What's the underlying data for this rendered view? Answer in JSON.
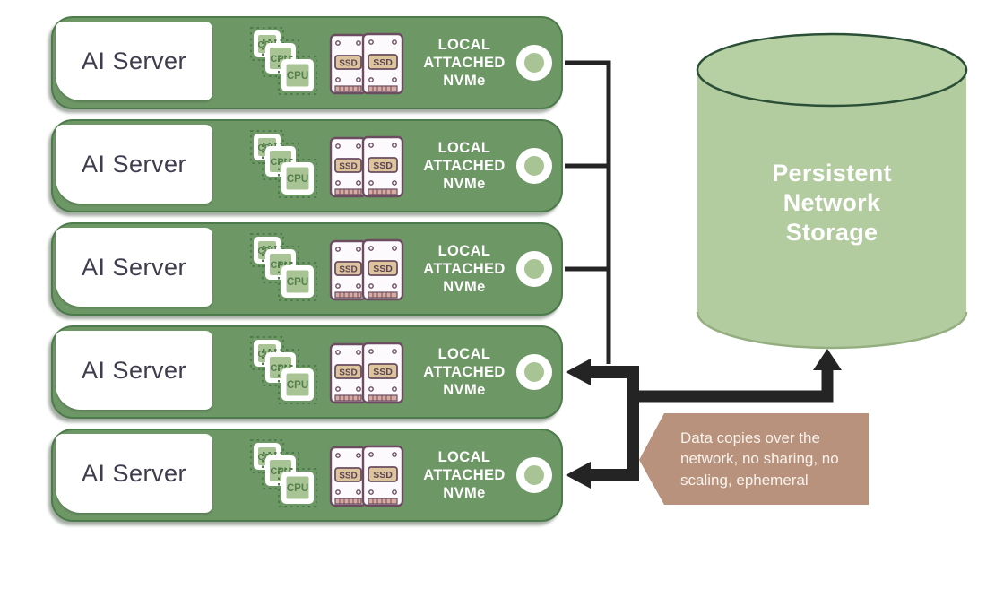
{
  "servers": {
    "count": 5,
    "rows": [
      {
        "label": "AI Server"
      },
      {
        "label": "AI Server"
      },
      {
        "label": "AI Server"
      },
      {
        "label": "AI Server"
      },
      {
        "label": "AI Server"
      }
    ],
    "nvme_label": "LOCAL ATTACHED NVMe",
    "cpu_chip_label": "CPU",
    "ssd_chip_label": "SSD"
  },
  "storage": {
    "label": "Persistent Network Storage"
  },
  "callout": {
    "text": "Data copies over the network, no sharing, no scaling, ephemeral"
  },
  "colors": {
    "server_bar": "#6e9766",
    "server_bar_border": "#4e7b4c",
    "light_green": "#a9c494",
    "cylinder_fill": "#b2cb9f",
    "cylinder_top_fill": "#b6cfa3",
    "cylinder_outline": "#2b4f36",
    "arrow_black": "#242424",
    "callout_bg": "#b8927c",
    "callout_text": "#f7f2ec",
    "server_label_text": "#3f3c4d",
    "ssd_outline": "#6b4c60",
    "ssd_label_bg": "#dcc49c"
  }
}
